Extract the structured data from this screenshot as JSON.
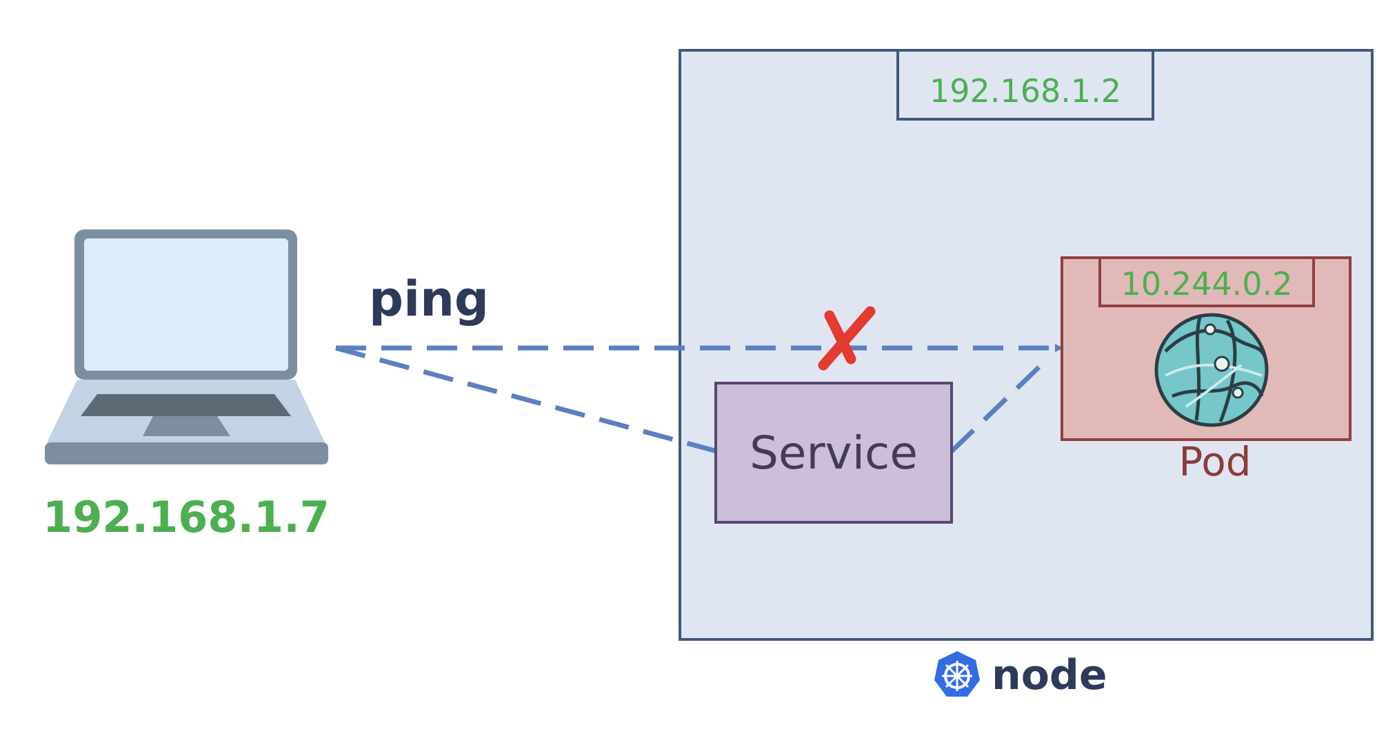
{
  "laptop": {
    "icon": "laptop-icon",
    "ip": "192.168.1.7"
  },
  "ping_label": "ping",
  "node": {
    "ip": "192.168.1.2",
    "label": "node",
    "logo_icon": "kubernetes-helm-icon"
  },
  "service": {
    "label": "Service"
  },
  "pod": {
    "ip": "10.244.0.2",
    "label": "Pod",
    "icon": "pod-globe-icon"
  },
  "blocked_icon": "red-x-icon",
  "colors": {
    "ip_green": "#4caf50",
    "arrow_blue": "#5a80c0",
    "node_fill": "#dfe6f2",
    "node_border": "#42577f",
    "service_fill": "#cbbfd9",
    "service_border": "#5a4570",
    "pod_fill": "#e2b9b9",
    "pod_border": "#913f3f",
    "blocked_red": "#e53a2f",
    "k8s_blue": "#326ce5"
  }
}
